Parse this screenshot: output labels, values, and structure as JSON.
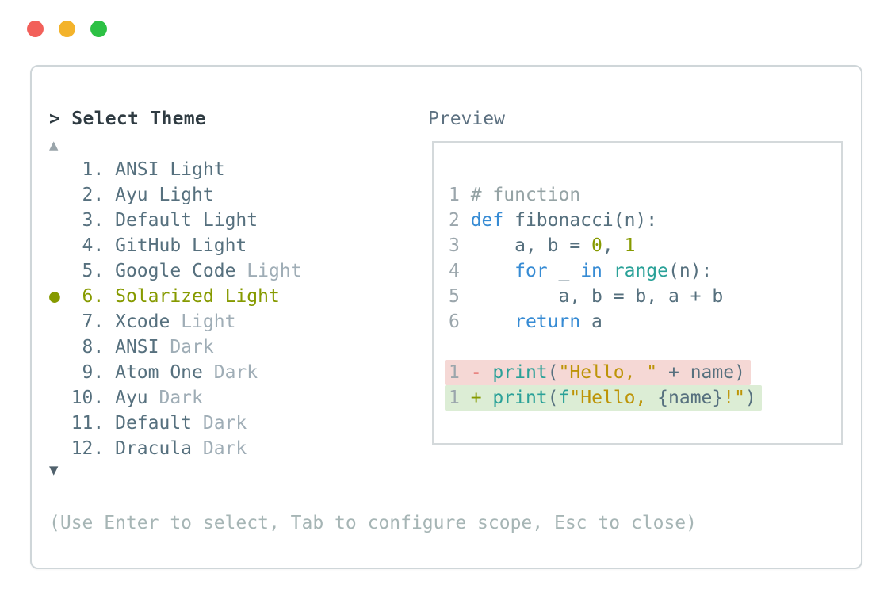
{
  "colors": {
    "fg": "#56707e",
    "dim": "#9fadb6",
    "dark": "#2f3b42",
    "olive": "#869a00",
    "hint": "#a6b5b5",
    "line_num": "#9ba6ac",
    "comment": "#95a3a5",
    "keyword": "#368bd4",
    "function": "#2aa198",
    "number": "#869a00",
    "string": "#bd9407",
    "red": "#dc322f",
    "removed_bg": "#f5d8d5",
    "added_bg": "#dcedd5",
    "panel_border": "#cfd6d9",
    "preview_border": "#d4d9db",
    "scroll_up": "#9aa5ab",
    "scroll_down": "#50616c",
    "preview_label": "#5d7181",
    "light_red": "#f2605a",
    "light_yellow": "#f3b32b",
    "light_green": "#2cc144"
  },
  "window_controls": {
    "close": "close-button",
    "minimize": "minimize-button",
    "zoom": "zoom-button"
  },
  "dialog": {
    "title": "> Select Theme",
    "scroll_up": "▲",
    "scroll_down": "▼",
    "bullet": "●",
    "hint": "(Use Enter to select, Tab to configure scope, Esc to close)",
    "themes": [
      {
        "num": 1,
        "name": "ANSI",
        "variant": "Light",
        "dim": false,
        "selected": false
      },
      {
        "num": 2,
        "name": "Ayu",
        "variant": "Light",
        "dim": false,
        "selected": false
      },
      {
        "num": 3,
        "name": "Default",
        "variant": "Light",
        "dim": false,
        "selected": false
      },
      {
        "num": 4,
        "name": "GitHub",
        "variant": "Light",
        "dim": false,
        "selected": false
      },
      {
        "num": 5,
        "name": "Google Code",
        "variant": "Light",
        "dim": true,
        "selected": false
      },
      {
        "num": 6,
        "name": "Solarized",
        "variant": "Light",
        "dim": false,
        "selected": true
      },
      {
        "num": 7,
        "name": "Xcode",
        "variant": "Light",
        "dim": true,
        "selected": false
      },
      {
        "num": 8,
        "name": "ANSI",
        "variant": "Dark",
        "dim": true,
        "selected": false
      },
      {
        "num": 9,
        "name": "Atom One",
        "variant": "Dark",
        "dim": true,
        "selected": false
      },
      {
        "num": 10,
        "name": "Ayu",
        "variant": "Dark",
        "dim": true,
        "selected": false
      },
      {
        "num": 11,
        "name": "Default",
        "variant": "Dark",
        "dim": true,
        "selected": false
      },
      {
        "num": 12,
        "name": "Dracula",
        "variant": "Dark",
        "dim": true,
        "selected": false
      }
    ]
  },
  "preview": {
    "label": "Preview",
    "code_lines": [
      {
        "num": "1",
        "segs": [
          [
            "# function",
            "comment"
          ]
        ]
      },
      {
        "num": "2",
        "segs": [
          [
            "def",
            "keyword"
          ],
          [
            " fibonacci(n):",
            "fg"
          ]
        ]
      },
      {
        "num": "3",
        "segs": [
          [
            "    a, b = ",
            "fg"
          ],
          [
            "0",
            "number"
          ],
          [
            ", ",
            "fg"
          ],
          [
            "1",
            "number"
          ]
        ]
      },
      {
        "num": "4",
        "segs": [
          [
            "    ",
            "fg"
          ],
          [
            "for",
            "keyword"
          ],
          [
            " _ ",
            "fg"
          ],
          [
            "in",
            "keyword"
          ],
          [
            " ",
            "fg"
          ],
          [
            "range",
            "function"
          ],
          [
            "(n):",
            "fg"
          ]
        ]
      },
      {
        "num": "5",
        "segs": [
          [
            "        a, b = b, a + b",
            "fg"
          ]
        ]
      },
      {
        "num": "6",
        "segs": [
          [
            "    ",
            "fg"
          ],
          [
            "return",
            "keyword"
          ],
          [
            " a",
            "fg"
          ]
        ]
      },
      {
        "blank": true
      },
      {
        "num": "1",
        "bg": "removed",
        "segs": [
          [
            "-",
            "red"
          ],
          [
            " ",
            "fg"
          ],
          [
            "print",
            "function"
          ],
          [
            "(",
            "fg"
          ],
          [
            "\"Hello, \"",
            "string"
          ],
          [
            " + name)",
            "fg"
          ]
        ]
      },
      {
        "num": "1",
        "bg": "added",
        "segs": [
          [
            "+",
            "olive"
          ],
          [
            " ",
            "fg"
          ],
          [
            "print",
            "function"
          ],
          [
            "(",
            "fg"
          ],
          [
            "f",
            "function"
          ],
          [
            "\"Hello, ",
            "string"
          ],
          [
            "{name}",
            "fg"
          ],
          [
            "!\"",
            "string"
          ],
          [
            ")",
            "fg"
          ]
        ]
      }
    ]
  }
}
